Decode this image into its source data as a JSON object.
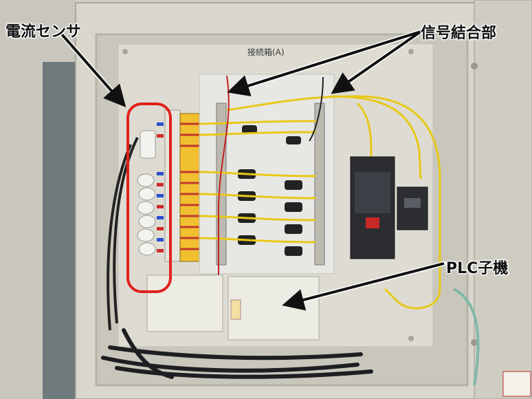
{
  "labels": {
    "current_sensor": "電流センサ",
    "signal_coupler": "信号結合部",
    "plc_slave": "PLC子機"
  },
  "panel": {
    "box_title": "接続箱(A)"
  },
  "colors": {
    "highlight": "#e0201c",
    "wire": "#e8c81a",
    "cabinet": "#d6d4c8"
  }
}
